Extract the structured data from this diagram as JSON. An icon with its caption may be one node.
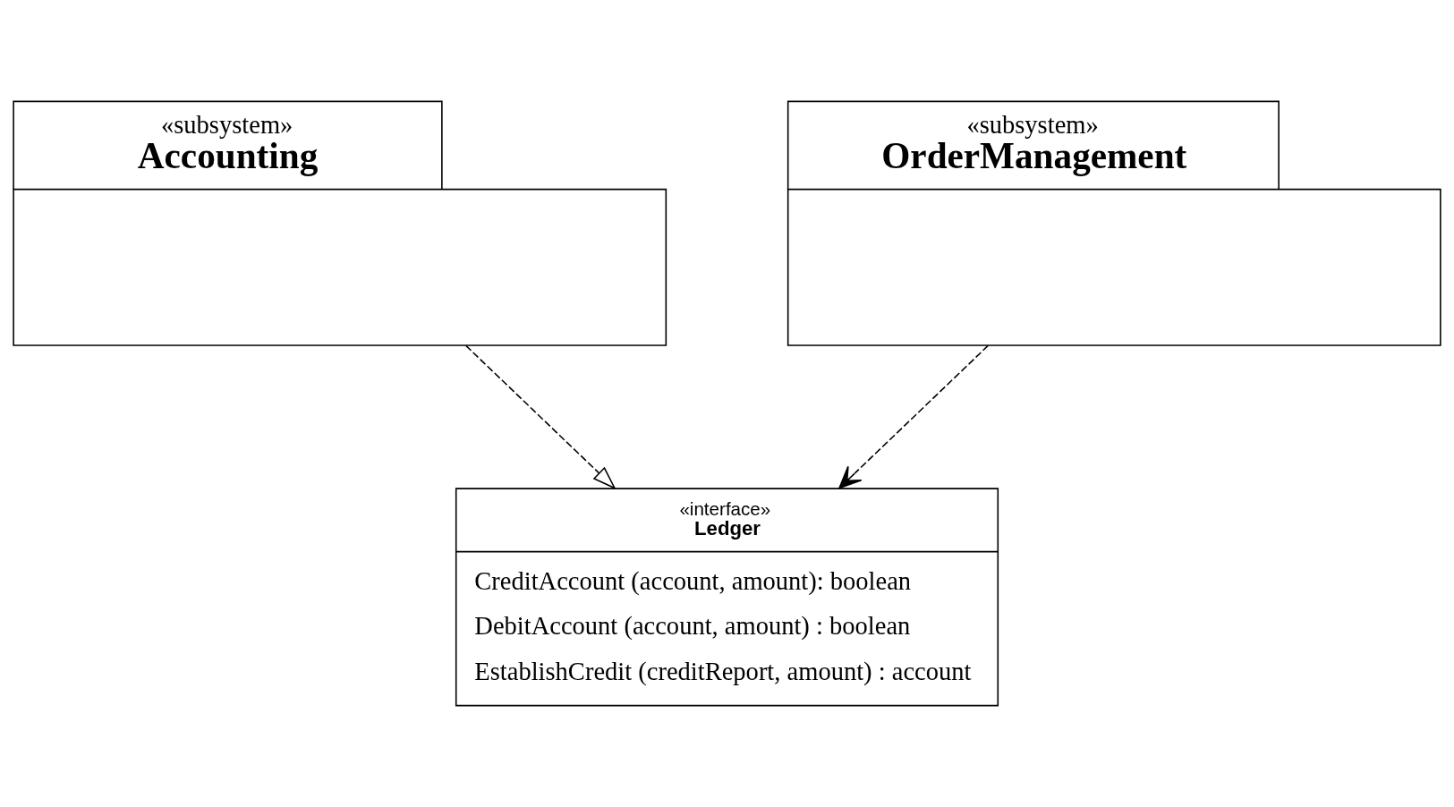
{
  "diagram": {
    "nodes": [
      {
        "text": [
          "«subsystem»",
          "Accounting"
        ]
      },
      {
        "text": [
          "«subsystem»",
          "OrderManagement"
        ]
      },
      {
        "text": [
          "«interface»",
          "Ledger",
          "CreditAccount (account, amount): boolean",
          "DebitAccount (account, amount) : boolean",
          "EstablishCredit (creditReport, amount) : account"
        ]
      }
    ],
    "edges": [
      {
        "from": 0,
        "to": 2,
        "arrow": "to",
        "style": "dashed"
      },
      {
        "from": 1,
        "to": 2,
        "arrow": "to",
        "style": "dashed"
      }
    ]
  }
}
